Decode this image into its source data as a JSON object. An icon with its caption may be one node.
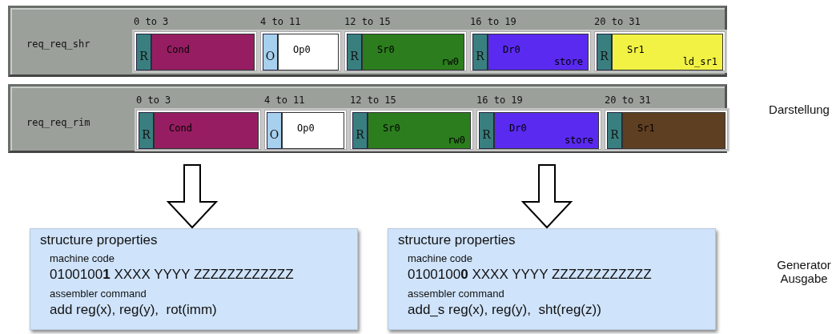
{
  "diagram": {
    "nodes": [
      {
        "text": [
          "req_req_shr"
        ]
      },
      {
        "text": [
          "0 to 3"
        ],
        "in": 0
      },
      {
        "text": [
          "R"
        ],
        "in": 1
      },
      {
        "text": [
          "Cond"
        ],
        "in": 1
      },
      {
        "text": [
          "4 to 11"
        ],
        "in": 0
      },
      {
        "text": [
          "O"
        ],
        "in": 4
      },
      {
        "text": [
          "Op0"
        ],
        "in": 4
      },
      {
        "text": [
          "12 to 15"
        ],
        "in": 0
      },
      {
        "text": [
          "R"
        ],
        "in": 7
      },
      {
        "text": [
          "Sr0",
          "rw0"
        ],
        "in": 7
      },
      {
        "text": [
          "16 to 19"
        ],
        "in": 0
      },
      {
        "text": [
          "R"
        ],
        "in": 10
      },
      {
        "text": [
          "Dr0",
          "store"
        ],
        "in": 10
      },
      {
        "text": [
          "20 to 31"
        ],
        "in": 0
      },
      {
        "text": [
          "R"
        ],
        "in": 13
      },
      {
        "text": [
          "Sr1",
          "ld_sr1"
        ],
        "in": 13
      },
      {
        "text": [
          "req_req_rim"
        ]
      },
      {
        "text": [
          "0 to 3"
        ],
        "in": 16
      },
      {
        "text": [
          "R"
        ],
        "in": 17
      },
      {
        "text": [
          "Cond"
        ],
        "in": 17
      },
      {
        "text": [
          "4 to 11"
        ],
        "in": 16
      },
      {
        "text": [
          "O"
        ],
        "in": 20
      },
      {
        "text": [
          "Op0"
        ],
        "in": 20
      },
      {
        "text": [
          "12 to 15"
        ],
        "in": 16
      },
      {
        "text": [
          "R"
        ],
        "in": 23
      },
      {
        "text": [
          "Sr0",
          "rw0"
        ],
        "in": 23
      },
      {
        "text": [
          "16 to 19"
        ],
        "in": 16
      },
      {
        "text": [
          "R"
        ],
        "in": 26
      },
      {
        "text": [
          "Dr0",
          "store"
        ],
        "in": 26
      },
      {
        "text": [
          "20 to 31"
        ],
        "in": 16
      },
      {
        "text": [
          "R"
        ],
        "in": 29
      },
      {
        "text": [
          "Sr1"
        ],
        "in": 29
      },
      {
        "text": [
          "structure properties",
          "machine code",
          "0100100**1** XXXX YYYY ZZZZZZZZZZZZ",
          "assembler command",
          "add reg(x), reg(y),  rot(imm)"
        ]
      },
      {
        "text": [
          "structure properties",
          "machine code",
          "0100100**0** XXXX YYYY ZZZZZZZZZZZZ",
          "assembler command",
          "add_s reg(x), reg(y),  sht(reg(z))"
        ]
      }
    ],
    "edges": [
      {
        "from": null,
        "to": 32,
        "arrow": "to"
      },
      {
        "from": null,
        "to": 33,
        "arrow": "to"
      }
    ],
    "labels": [
      "Darstellung",
      "Generator Ausgabe"
    ]
  }
}
